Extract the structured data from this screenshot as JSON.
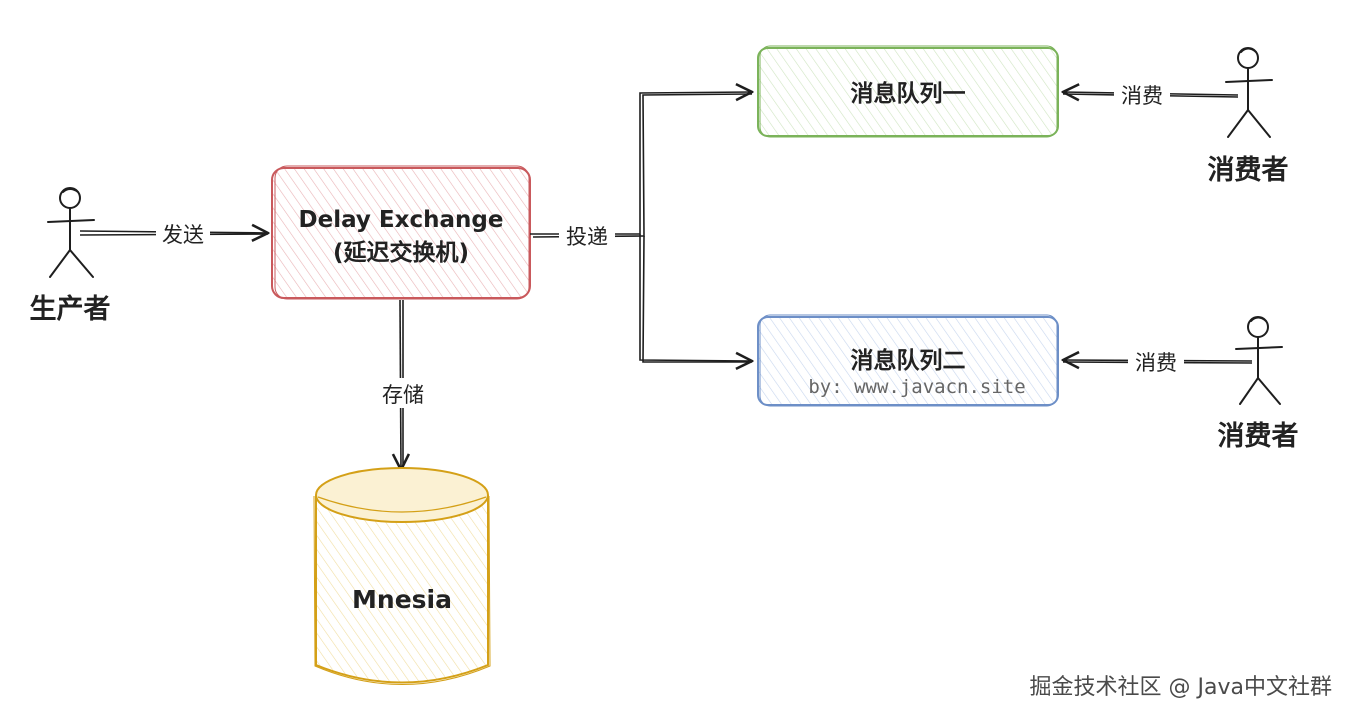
{
  "producer": {
    "label": "生产者"
  },
  "exchange": {
    "line1": "Delay Exchange",
    "line2": "(延迟交换机)",
    "fill": "#f6dada",
    "stroke": "#c9595c"
  },
  "queue1": {
    "label": "消息队列一",
    "fill": "#e8f3e1",
    "stroke": "#7bb35a"
  },
  "queue2": {
    "label": "消息队列二",
    "fill": "#e3ebf6",
    "stroke": "#6d8fc7",
    "watermark": "by: www.javacn.site"
  },
  "consumer1": {
    "label": "消费者"
  },
  "consumer2": {
    "label": "消费者"
  },
  "storage": {
    "label": "Mnesia",
    "fill": "#fbf1d3",
    "stroke": "#d4a017"
  },
  "edges": {
    "send": "发送",
    "deliver": "投递",
    "consume1": "消费",
    "consume2": "消费",
    "store": "存储"
  },
  "footer": {
    "credit": "掘金技术社区 @ Java中文社群"
  }
}
